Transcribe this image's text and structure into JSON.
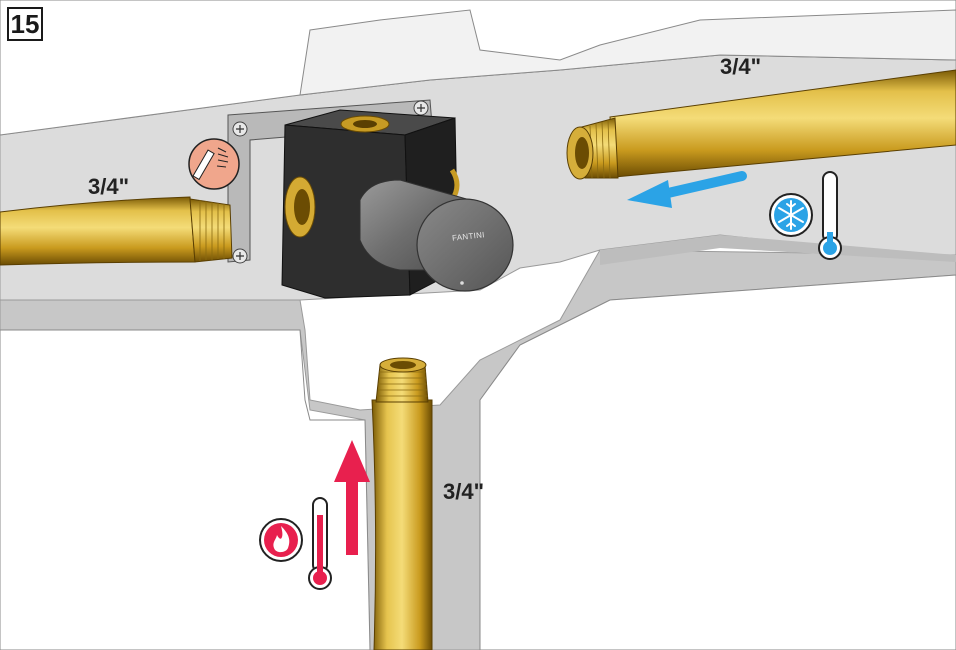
{
  "step_number": "15",
  "pipe_labels": {
    "left": "3/4\"",
    "right": "3/4\"",
    "bottom": "3/4\""
  },
  "brand_text": "FANTINI",
  "icons": {
    "cleaning": "flushing-brush-icon",
    "cold": "snowflake-thermometer-icon",
    "hot": "flame-thermometer-icon",
    "cold_arrow": "arrow-left-icon",
    "hot_arrow": "arrow-up-icon"
  },
  "colors": {
    "cold_blue": "#2ba3e6",
    "hot_red": "#e8204e",
    "brass": "#c9a227",
    "body_dark": "#2b2b2b",
    "wall_grey": "#d4d4d4",
    "cleaning_badge": "#f0a68c"
  }
}
